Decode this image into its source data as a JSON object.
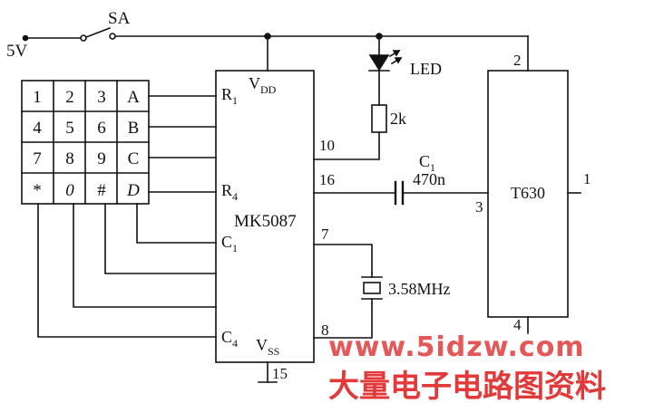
{
  "colors": {
    "ink": "#111111",
    "paper": "#ffffff",
    "watermark": "#e23a3a"
  },
  "power": {
    "voltage": "5V",
    "switch": "SA"
  },
  "keypad": {
    "keys": [
      [
        "1",
        "2",
        "3",
        "A"
      ],
      [
        "4",
        "5",
        "6",
        "B"
      ],
      [
        "7",
        "8",
        "9",
        "C"
      ],
      [
        "*",
        "0",
        "#",
        "D"
      ]
    ]
  },
  "mk5087": {
    "name": "MK5087",
    "vdd": "V",
    "vdd_sub": "DD",
    "vss": "V",
    "vss_sub": "SS",
    "r1": "R",
    "r1_sub": "1",
    "r4": "R",
    "r4_sub": "4",
    "c1": "C",
    "c1_sub": "1",
    "c4": "C",
    "c4_sub": "4",
    "pin10": "10",
    "pin16": "16",
    "pin7": "7",
    "pin8": "8",
    "pin15": "15"
  },
  "led": {
    "label": "LED"
  },
  "resistor": {
    "label": "2k"
  },
  "capacitor": {
    "name": "C",
    "sub": "1",
    "value": "470n"
  },
  "crystal": {
    "label": "3.58MHz"
  },
  "t630": {
    "name": "T630",
    "pin2": "2",
    "pin1": "1",
    "pin3": "3",
    "pin4": "4"
  },
  "watermark": {
    "url": "www.5idzw.com",
    "text": "大量电子电路图资料"
  }
}
